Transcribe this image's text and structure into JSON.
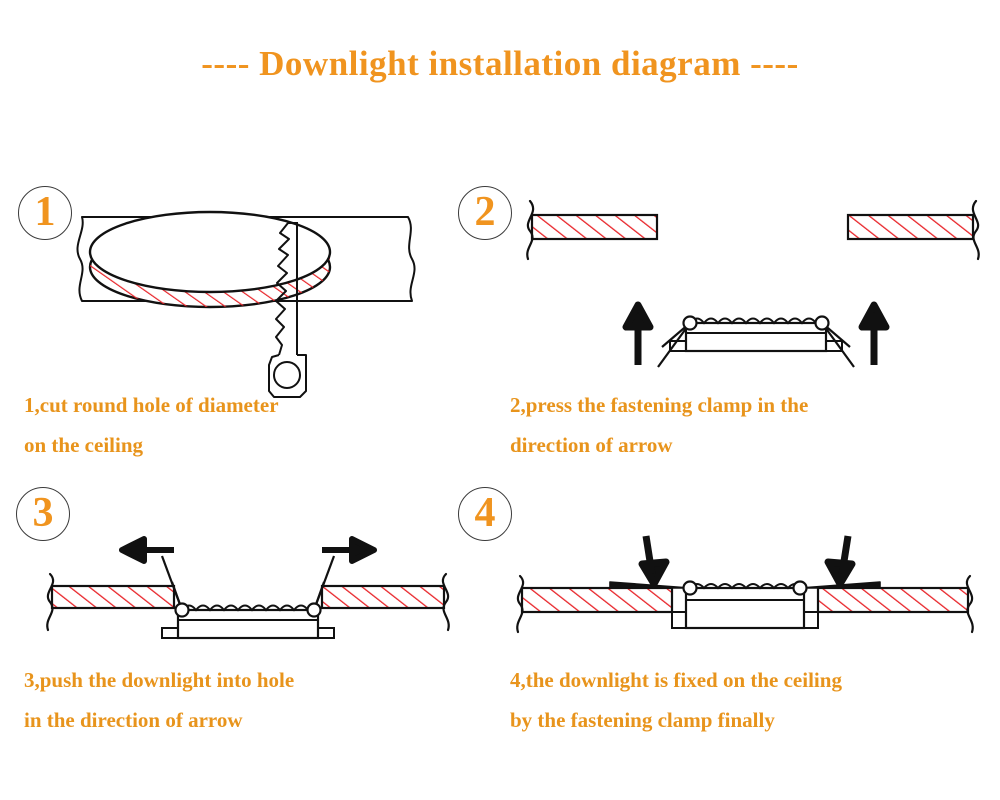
{
  "document": {
    "title": "---- Downlight installation diagram ----",
    "subject": "downlight installation diagram",
    "background_color": "#ffffff"
  },
  "colors": {
    "title_orange": "#f0941f",
    "caption_orange": "#e8941c",
    "hatch_red": "#e8252a",
    "line_black": "#111111",
    "badge_outline": "#3b3b3b"
  },
  "steps": [
    {
      "number": "1",
      "badge_name": "step-1-badge",
      "caption_lines": [
        "1,cut round hole of diameter",
        "on the ceiling"
      ],
      "figure_name": "step-1-figure",
      "figure_description": "ceiling slab with round hole cut out and keyhole saw",
      "parts": [
        "ceiling-slab",
        "round-hole-ellipse",
        "hole-rim-hatching",
        "keyhole-saw-blade",
        "keyhole-saw-handle"
      ]
    },
    {
      "number": "2",
      "badge_name": "step-2-badge",
      "caption_lines": [
        "2,press the fastening clamp in the",
        "direction of arrow"
      ],
      "figure_name": "step-2-figure",
      "figure_description": "ceiling cross-section with gap, downlight below with clamps pressed upward",
      "parts": [
        "ceiling-section-left",
        "ceiling-section-right",
        "downlight-body",
        "fastening-clamp-left",
        "fastening-clamp-right",
        "arrow-up-left",
        "arrow-up-right"
      ],
      "arrow_direction": "up"
    },
    {
      "number": "3",
      "badge_name": "step-3-badge",
      "caption_lines": [
        "3,push the downlight into hole",
        "in the direction of arrow"
      ],
      "figure_name": "step-3-figure",
      "figure_description": "downlight entering the ceiling hole, clamps splaying outward",
      "parts": [
        "ceiling-section-left",
        "ceiling-section-right",
        "downlight-body",
        "fastening-clamp-left",
        "fastening-clamp-right",
        "arrow-left",
        "arrow-right"
      ],
      "arrow_direction": "outward"
    },
    {
      "number": "4",
      "badge_name": "step-4-badge",
      "caption_lines": [
        "4,the downlight is fixed on the ceiling",
        "by the fastening clamp finally"
      ],
      "figure_name": "step-4-figure",
      "figure_description": "downlight fixed flush in ceiling, clamps pressing down on ceiling",
      "parts": [
        "ceiling-section-left",
        "ceiling-section-right",
        "downlight-body",
        "fastening-clamp-left",
        "fastening-clamp-right",
        "arrow-down-left",
        "arrow-down-right"
      ],
      "arrow_direction": "down"
    }
  ]
}
